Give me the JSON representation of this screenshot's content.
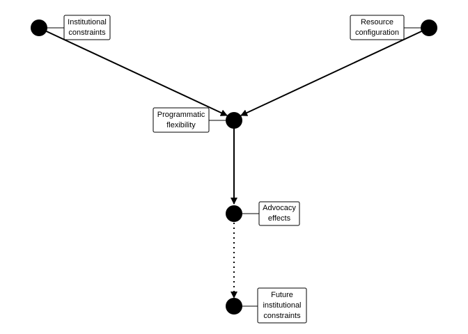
{
  "diagram": {
    "nodes": [
      {
        "id": "institutional",
        "label_lines": [
          "Institutional",
          "constraints"
        ]
      },
      {
        "id": "resource",
        "label_lines": [
          "Resource",
          "configuration"
        ]
      },
      {
        "id": "programmatic",
        "label_lines": [
          "Programmatic",
          "flexibility"
        ]
      },
      {
        "id": "advocacy",
        "label_lines": [
          "Advocacy",
          "effects"
        ]
      },
      {
        "id": "future",
        "label_lines": [
          "Future",
          "institutional",
          "constraints"
        ]
      }
    ],
    "edges": [
      {
        "from": "institutional",
        "to": "programmatic",
        "style": "solid"
      },
      {
        "from": "resource",
        "to": "programmatic",
        "style": "solid"
      },
      {
        "from": "programmatic",
        "to": "advocacy",
        "style": "solid"
      },
      {
        "from": "advocacy",
        "to": "future",
        "style": "dotted"
      }
    ],
    "colors": {
      "node": "#000000",
      "edge": "#000000",
      "label_border": "#000000",
      "label_background": "#ffffff"
    }
  }
}
